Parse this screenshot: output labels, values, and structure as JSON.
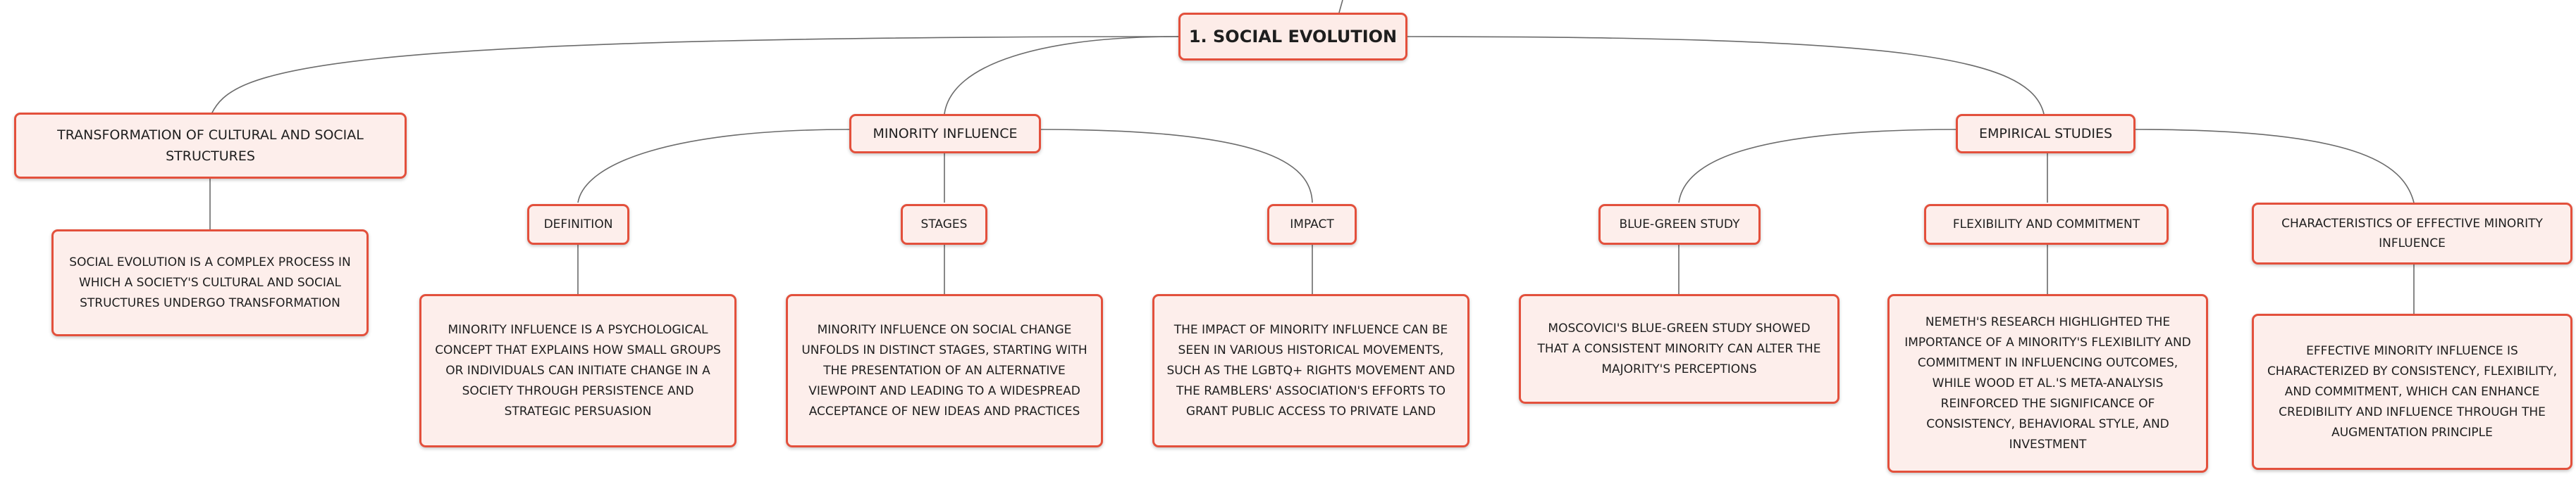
{
  "root": {
    "label": "1. SOCIAL EVOLUTION"
  },
  "transformation": {
    "label": "TRANSFORMATION OF CULTURAL AND SOCIAL STRUCTURES",
    "detail": "SOCIAL EVOLUTION IS A COMPLEX PROCESS IN WHICH A SOCIETY'S CULTURAL AND SOCIAL STRUCTURES UNDERGO TRANSFORMATION"
  },
  "minority_influence": {
    "label": "MINORITY INFLUENCE",
    "definition": {
      "label": "DEFINITION",
      "detail": "MINORITY INFLUENCE IS A PSYCHOLOGICAL CONCEPT THAT EXPLAINS HOW SMALL GROUPS OR INDIVIDUALS CAN INITIATE CHANGE IN A SOCIETY THROUGH PERSISTENCE AND STRATEGIC PERSUASION"
    },
    "stages": {
      "label": "STAGES",
      "detail": "MINORITY INFLUENCE ON SOCIAL CHANGE UNFOLDS IN DISTINCT STAGES, STARTING WITH THE PRESENTATION OF AN ALTERNATIVE VIEWPOINT AND LEADING TO A WIDESPREAD ACCEPTANCE OF NEW IDEAS AND PRACTICES"
    },
    "impact": {
      "label": "IMPACT",
      "detail": "THE IMPACT OF MINORITY INFLUENCE CAN BE SEEN IN VARIOUS HISTORICAL MOVEMENTS, SUCH AS THE LGBTQ+ RIGHTS MOVEMENT AND THE RAMBLERS' ASSOCIATION'S EFFORTS TO GRANT PUBLIC ACCESS TO PRIVATE LAND"
    }
  },
  "empirical_studies": {
    "label": "EMPIRICAL STUDIES",
    "blue_green": {
      "label": "BLUE-GREEN STUDY",
      "detail": "MOSCOVICI'S BLUE-GREEN STUDY SHOWED THAT A CONSISTENT MINORITY CAN ALTER THE MAJORITY'S PERCEPTIONS"
    },
    "flexibility": {
      "label": "FLEXIBILITY AND COMMITMENT",
      "detail": "NEMETH'S RESEARCH HIGHLIGHTED THE IMPORTANCE OF A MINORITY'S FLEXIBILITY AND COMMITMENT IN INFLUENCING OUTCOMES, WHILE WOOD ET AL.'S META-ANALYSIS REINFORCED THE SIGNIFICANCE OF CONSISTENCY, BEHAVIORAL STYLE, AND INVESTMENT"
    },
    "characteristics": {
      "label": "CHARACTERISTICS OF EFFECTIVE MINORITY INFLUENCE",
      "detail": "EFFECTIVE MINORITY INFLUENCE IS CHARACTERIZED BY CONSISTENCY, FLEXIBILITY, AND COMMITMENT, WHICH CAN ENHANCE CREDIBILITY AND INFLUENCE THROUGH THE AUGMENTATION PRINCIPLE"
    }
  }
}
